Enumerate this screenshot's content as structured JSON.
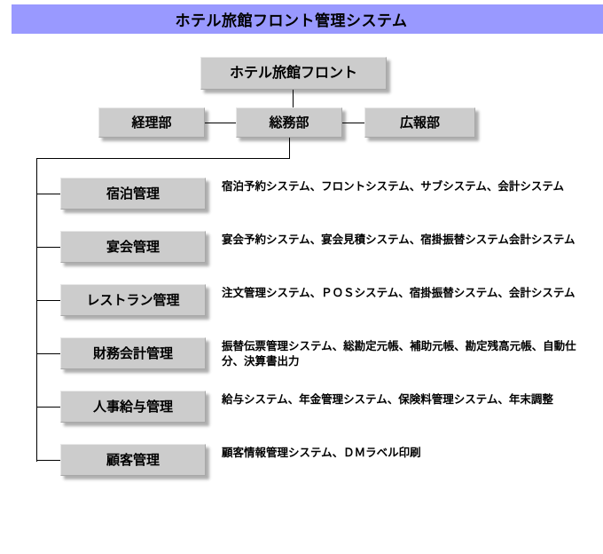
{
  "header": {
    "title": "ホテル旅館フロント管理システム",
    "banner_color": "#9999FF"
  },
  "colors": {
    "box_fill": "#CCCCCC",
    "box_shadow": "#8A8A8A",
    "line": "#000000",
    "background": "#FFFFFF",
    "text": "#000000"
  },
  "chart_data": {
    "type": "diagram",
    "title": "ホテル旅館フロント管理システム",
    "root": {
      "label": "ホテル旅館フロント"
    },
    "departments": [
      {
        "label": "経理部",
        "position": "left"
      },
      {
        "label": "総務部",
        "position": "center"
      },
      {
        "label": "広報部",
        "position": "right"
      }
    ],
    "units": [
      {
        "label": "宿泊管理",
        "systems": "宿泊予約システム、フロントシステム、サブシステム、会計システム"
      },
      {
        "label": "宴会管理",
        "systems": "宴会予約システム、宴会見積システム、宿掛振替システム会計システム"
      },
      {
        "label": "レストラン管理",
        "systems": "注文管理システム、ＰＯＳシステム、宿掛振替システム、会計システム"
      },
      {
        "label": "財務会計管理",
        "systems": "振替伝票管理システム、総勘定元帳、補助元帳、勘定残高元帳、自動仕分、決算書出力"
      },
      {
        "label": "人事給与管理",
        "systems": "給与システム、年金管理システム、保険料管理システム、年末調整"
      },
      {
        "label": "顧客管理",
        "systems": "顧客情報管理システム、ＤＭラベル印刷"
      }
    ]
  }
}
